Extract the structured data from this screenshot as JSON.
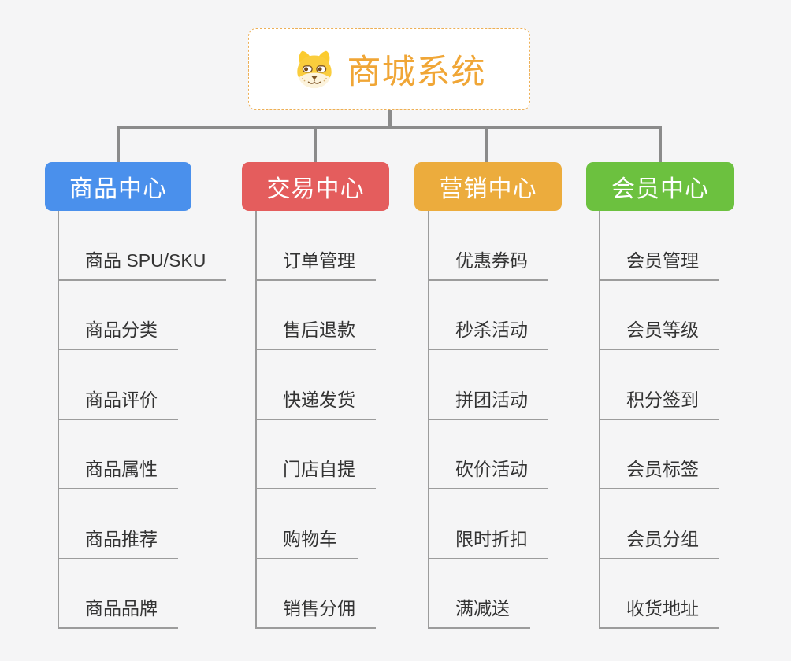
{
  "page": {
    "background_color": "#f5f5f6",
    "connector_color": "#8b8b8b",
    "child_line_color": "#9c9c9c",
    "child_text_color": "#333333"
  },
  "root": {
    "title": "商城系统",
    "icon": "dog-face-icon",
    "text_color": "#f0a636",
    "border_color": "#edaf55"
  },
  "branches": [
    {
      "label": "商品中心",
      "color": "#4a90ec",
      "children": [
        "商品 SPU/SKU",
        "商品分类",
        "商品评价",
        "商品属性",
        "商品推荐",
        "商品品牌"
      ]
    },
    {
      "label": "交易中心",
      "color": "#e45d5d",
      "children": [
        "订单管理",
        "售后退款",
        "快递发货",
        "门店自提",
        "购物车",
        "销售分佣"
      ]
    },
    {
      "label": "营销中心",
      "color": "#ecac3d",
      "children": [
        "优惠券码",
        "秒杀活动",
        "拼团活动",
        "砍价活动",
        "限时折扣",
        "满减送"
      ]
    },
    {
      "label": "会员中心",
      "color": "#6cc13f",
      "children": [
        "会员管理",
        "会员等级",
        "积分签到",
        "会员标签",
        "会员分组",
        "收货地址"
      ]
    }
  ]
}
